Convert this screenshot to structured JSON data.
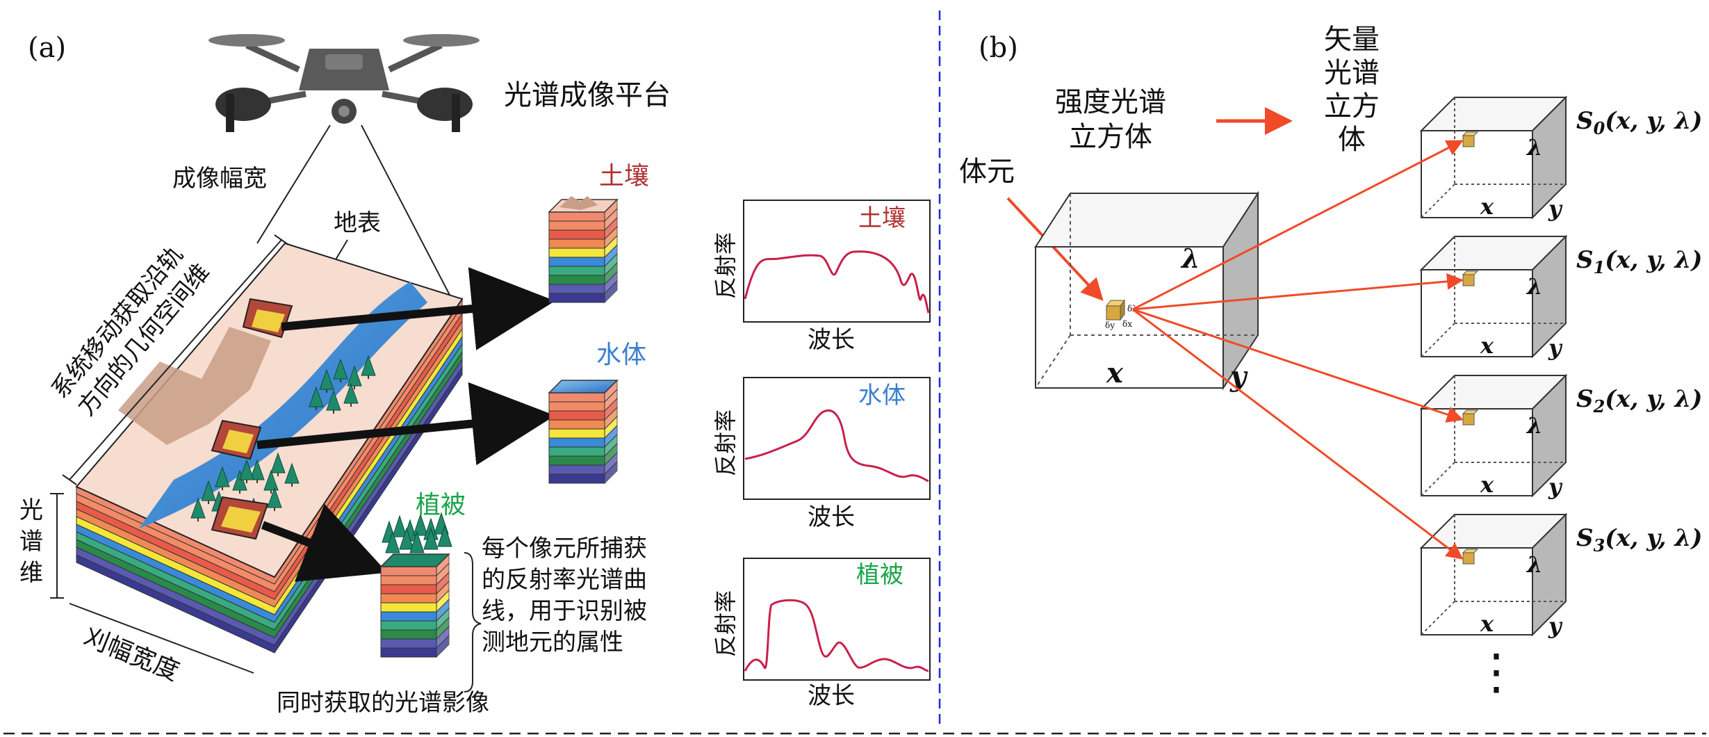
{
  "panel_a": {
    "label": "(a)",
    "platform": "光谱成像平台",
    "swath_width": "成像幅宽",
    "surface": "地表",
    "track_dir": [
      "系统移动获取沿轨",
      "方向的几何空间维"
    ],
    "spectral_dim": [
      "光",
      "谱",
      "维"
    ],
    "cross_width": "刈幅宽度",
    "simultaneous": "同时获取的光谱影像",
    "description": [
      "每个像元所捕获",
      "的反射率光谱曲",
      "线，用于识别被",
      "测地元的属性"
    ],
    "samples": [
      {
        "name": "土壤",
        "color": "#b03030"
      },
      {
        "name": "水体",
        "color": "#3a7fd0"
      },
      {
        "name": "植被",
        "color": "#1aa64a"
      }
    ],
    "ylabel": "反射率",
    "xlabel": "波长",
    "layer_colors": [
      "#ef8a6f",
      "#f28b66",
      "#e85b4a",
      "#ef8a55",
      "#f5e63a",
      "#3a8ad8",
      "#3aaa80",
      "#2a8a4a",
      "#5a5ab0",
      "#3a3a90"
    ],
    "curve_color": "#c8204a"
  },
  "panel_b": {
    "label": "(b)",
    "intensity_cube": [
      "强度光谱",
      "立方体"
    ],
    "vector_cube": [
      "矢量",
      "光谱",
      "立方",
      "体"
    ],
    "voxel": "体元",
    "axis_x": "x",
    "axis_y": "y",
    "axis_lambda": "λ",
    "voxel_dims": [
      "δλ",
      "δx",
      "δy"
    ],
    "stokes": [
      {
        "sub": "0"
      },
      {
        "sub": "1"
      },
      {
        "sub": "2"
      },
      {
        "sub": "3"
      }
    ],
    "stokes_prefix": "S",
    "stokes_args": "(x, y, λ)",
    "ellipsis": "⋮",
    "arrow_color": "#f04a28",
    "divider_color": "#1a2ad8"
  }
}
